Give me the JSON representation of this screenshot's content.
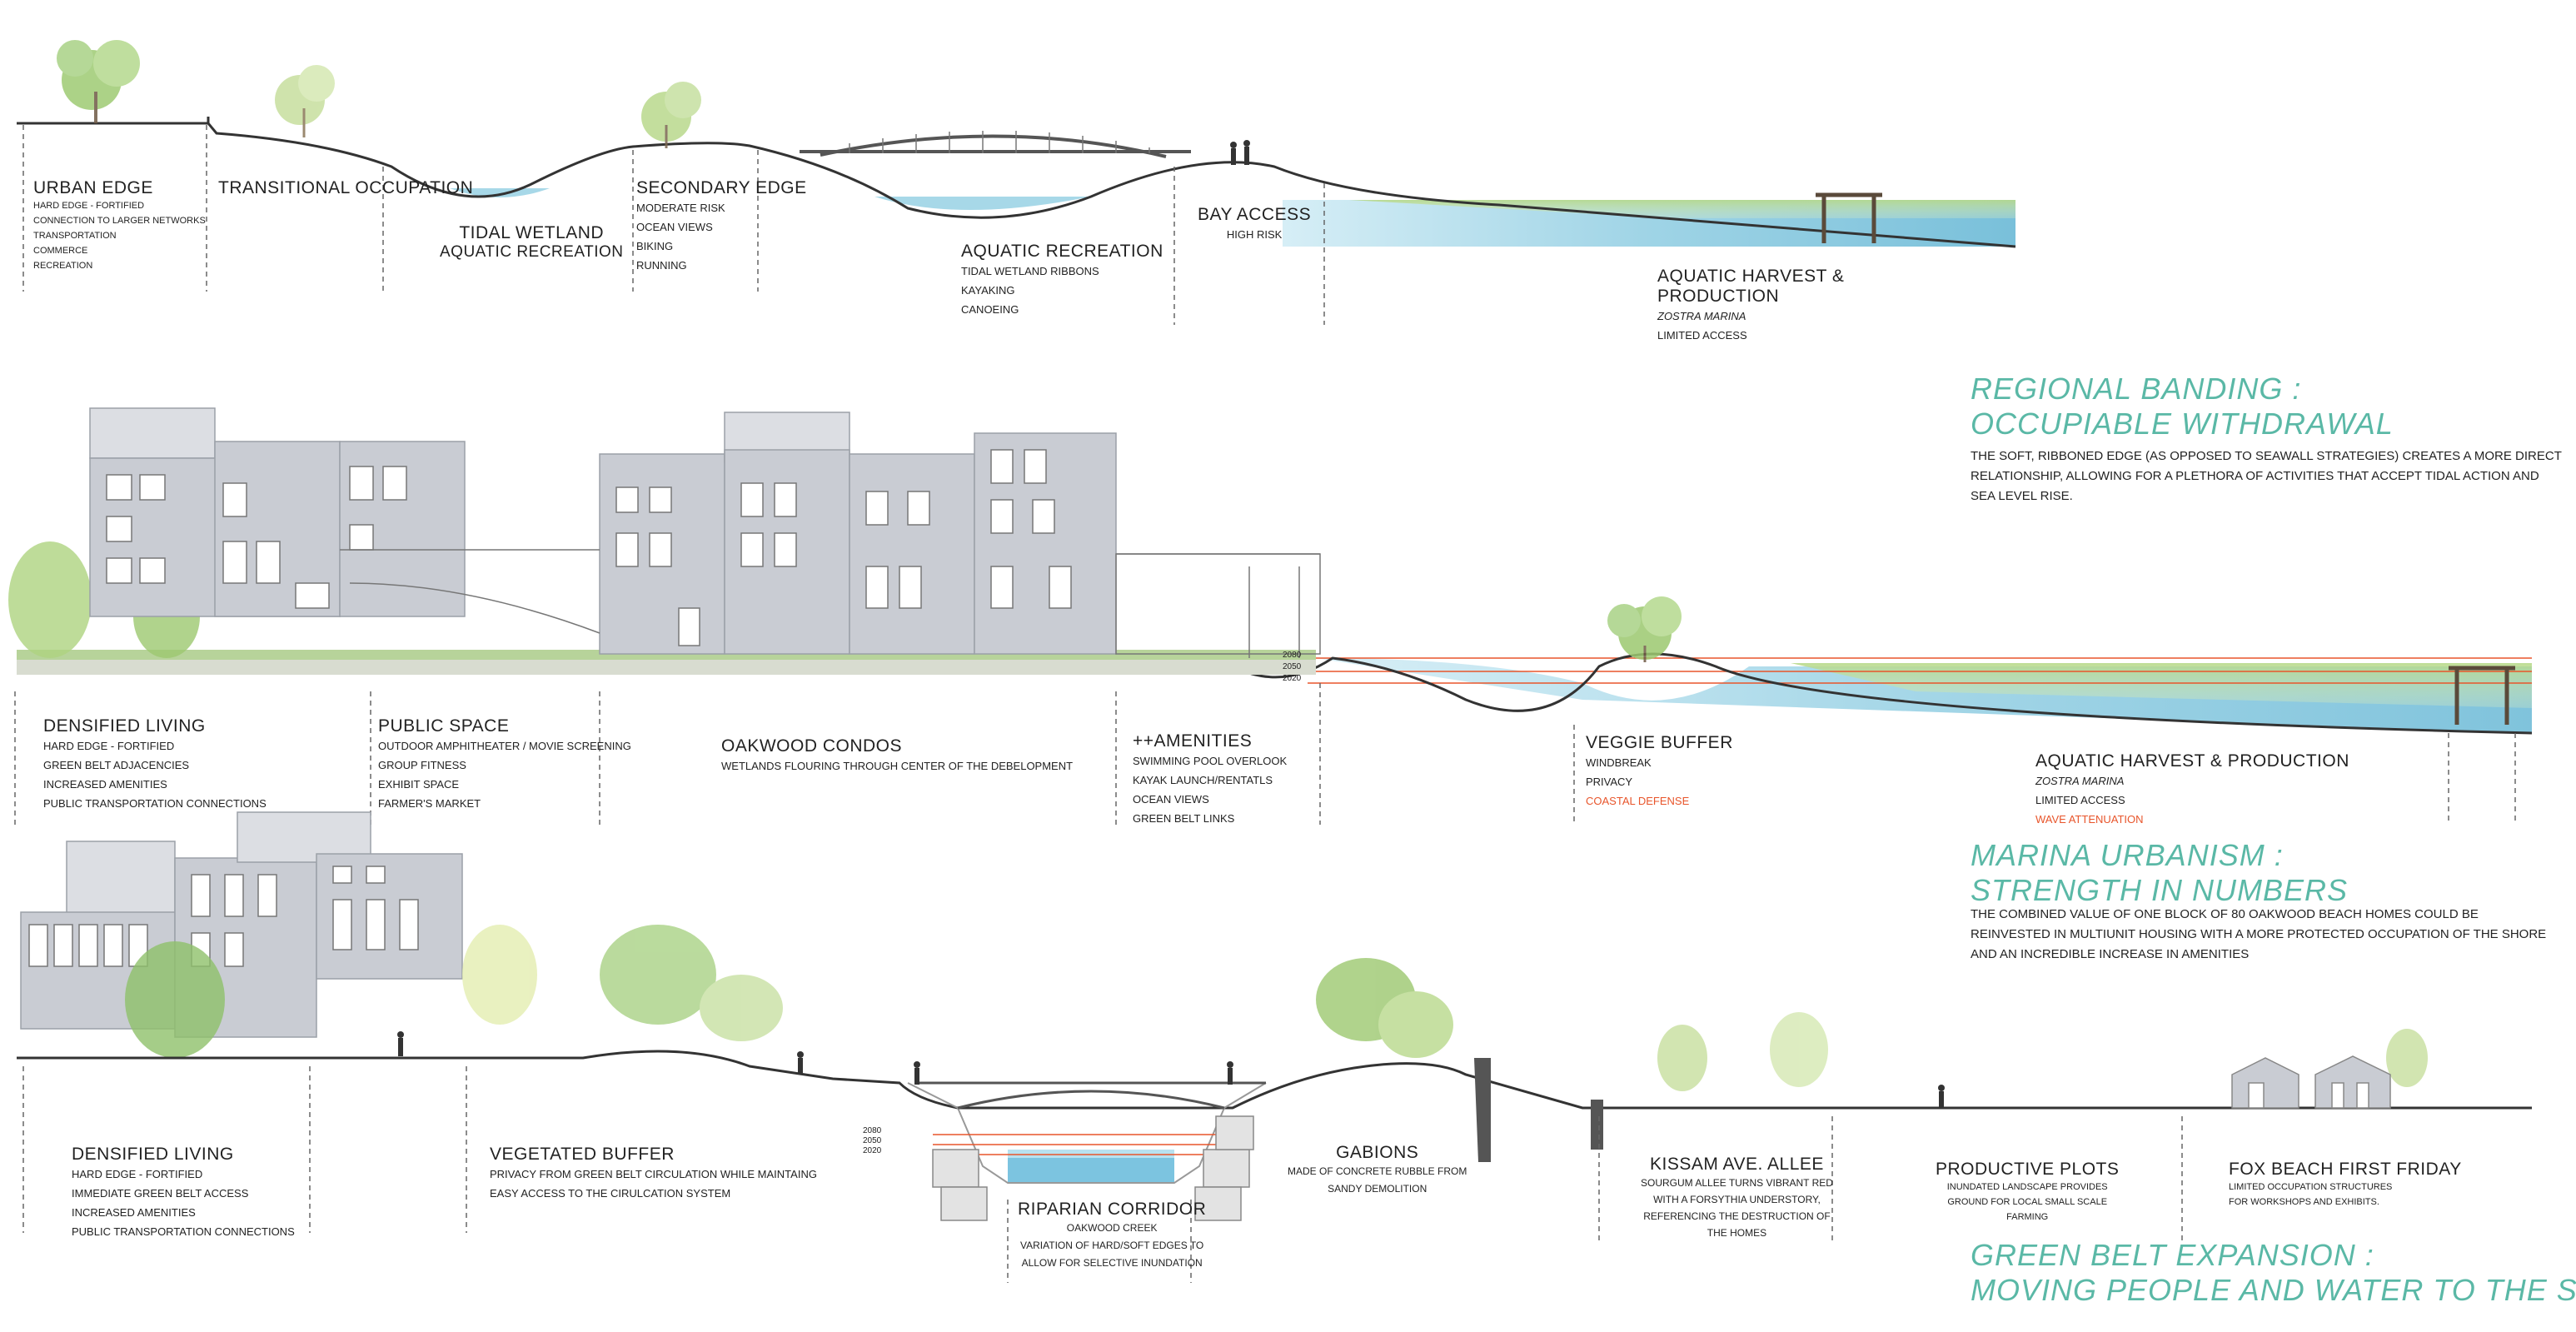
{
  "colors": {
    "accent_teal": "#5ab8a6",
    "water": "#8fcde0",
    "vegetation": "#8cbf63",
    "building": "#c9ccd3",
    "flood_line": "#e8552b"
  },
  "section_top": {
    "labels": [
      {
        "title": "URBAN EDGE",
        "lines": [
          "HARD EDGE - FORTIFIED",
          "CONNECTION TO LARGER NETWORKS",
          "TRANSPORTATION",
          "COMMERCE",
          "RECREATION"
        ]
      },
      {
        "title": "TRANSITIONAL OCCUPATION",
        "lines": []
      },
      {
        "title": "TIDAL WETLAND",
        "lines": [
          "AQUATIC RECREATION"
        ]
      },
      {
        "title": "SECONDARY EDGE",
        "lines": [
          "MODERATE RISK",
          "OCEAN VIEWS",
          "BIKING",
          "RUNNING"
        ]
      },
      {
        "title": "AQUATIC RECREATION",
        "lines": [
          "TIDAL WETLAND RIBBONS",
          "KAYAKING",
          "CANOEING"
        ]
      },
      {
        "title": "BAY ACCESS",
        "lines": [
          "HIGH RISK"
        ]
      },
      {
        "title": "AQUATIC HARVEST &",
        "title2": "PRODUCTION",
        "lines": [
          "ZOSTRA MARINA",
          "LIMITED ACCESS"
        ]
      }
    ]
  },
  "regional_banding": {
    "heading": [
      "REGIONAL BANDING :",
      "OCCUPIABLE WITHDRAWAL"
    ],
    "text": [
      "THE SOFT, RIBBONED EDGE (AS OPPOSED TO SEAWALL STRATEGIES) CREATES A MORE DIRECT",
      "RELATIONSHIP, ALLOWING FOR  A PLETHORA OF ACTIVITIES THAT ACCEPT TIDAL ACTION AND",
      "SEA LEVEL RISE."
    ]
  },
  "section_middle": {
    "flood_levels": [
      "2080",
      "2050",
      "2020"
    ],
    "labels": [
      {
        "title": "DENSIFIED LIVING",
        "lines": [
          "HARD EDGE - FORTIFIED",
          "GREEN BELT ADJACENCIES",
          "INCREASED AMENITIES",
          "PUBLIC TRANSPORTATION CONNECTIONS"
        ]
      },
      {
        "title": "PUBLIC SPACE",
        "lines": [
          "OUTDOOR AMPHITHEATER / MOVIE SCREENING",
          "GROUP FITNESS",
          "EXHIBIT SPACE",
          "FARMER'S MARKET"
        ]
      },
      {
        "title": "OAKWOOD CONDOS",
        "lines": [
          "WETLANDS FLOURING THROUGH CENTER OF THE DEBELOPMENT"
        ]
      },
      {
        "title": "++AMENITIES",
        "lines": [
          "SWIMMING POOL OVERLOOK",
          "KAYAK LAUNCH/RENTATLS",
          "OCEAN VIEWS",
          "GREEN BELT LINKS"
        ]
      },
      {
        "title": "VEGGIE BUFFER",
        "lines": [
          "WINDBREAK",
          "PRIVACY"
        ],
        "red": "COASTAL DEFENSE"
      },
      {
        "title": "AQUATIC HARVEST & PRODUCTION",
        "lines": [
          "ZOSTRA MARINA",
          "LIMITED ACCESS"
        ],
        "red": "WAVE ATTENUATION"
      }
    ]
  },
  "marina_urbanism": {
    "heading": [
      "MARINA URBANISM :",
      "STRENGTH IN NUMBERS"
    ],
    "text": [
      "THE COMBINED VALUE OF ONE BLOCK OF 80 OAKWOOD BEACH HOMES COULD BE",
      "REINVESTED IN MULTIUNIT HOUSING WITH A MORE PROTECTED OCCUPATION OF THE SHORE",
      "AND AN INCREDIBLE INCREASE IN AMENITIES"
    ]
  },
  "section_bottom": {
    "flood_levels": [
      "2080",
      "2050",
      "2020"
    ],
    "labels": [
      {
        "title": "DENSIFIED LIVING",
        "lines": [
          "HARD EDGE - FORTIFIED",
          "IMMEDIATE GREEN BELT ACCESS",
          "INCREASED AMENITIES",
          "PUBLIC TRANSPORTATION CONNECTIONS"
        ]
      },
      {
        "title": "VEGETATED BUFFER",
        "lines": [
          "PRIVACY FROM GREEN BELT CIRCULATION WHILE MAINTAING",
          "EASY ACCESS TO THE CIRULCATION SYSTEM"
        ]
      },
      {
        "title": "RIPARIAN CORRIDOR",
        "lines": [
          "OAKWOOD CREEK",
          "VARIATION OF HARD/SOFT EDGES TO",
          "ALLOW FOR SELECTIVE INUNDATION"
        ]
      },
      {
        "title": "GABIONS",
        "lines": [
          "MADE OF CONCRETE RUBBLE FROM",
          "SANDY DEMOLITION"
        ]
      },
      {
        "title": "KISSAM AVE. ALLEE",
        "lines": [
          "SOURGUM ALLEE TURNS VIBRANT RED",
          "WITH A FORSYTHIA UNDERSTORY,",
          "REFERENCING THE DESTRUCTION OF",
          "THE HOMES"
        ]
      },
      {
        "title": "PRODUCTIVE PLOTS",
        "lines": [
          "INUNDATED LANDSCAPE PROVIDES",
          "GROUND FOR LOCAL SMALL SCALE",
          "FARMING"
        ]
      },
      {
        "title": "FOX BEACH FIRST FRIDAY",
        "lines": [
          "LIMITED OCCUPATION STRUCTURES",
          "FOR WORKSHOPS AND EXHIBITS."
        ]
      }
    ]
  },
  "green_belt": {
    "heading": [
      "GREEN BELT EXPANSION :",
      "MOVING PEOPLE AND WATER TO THE SHORE"
    ]
  }
}
